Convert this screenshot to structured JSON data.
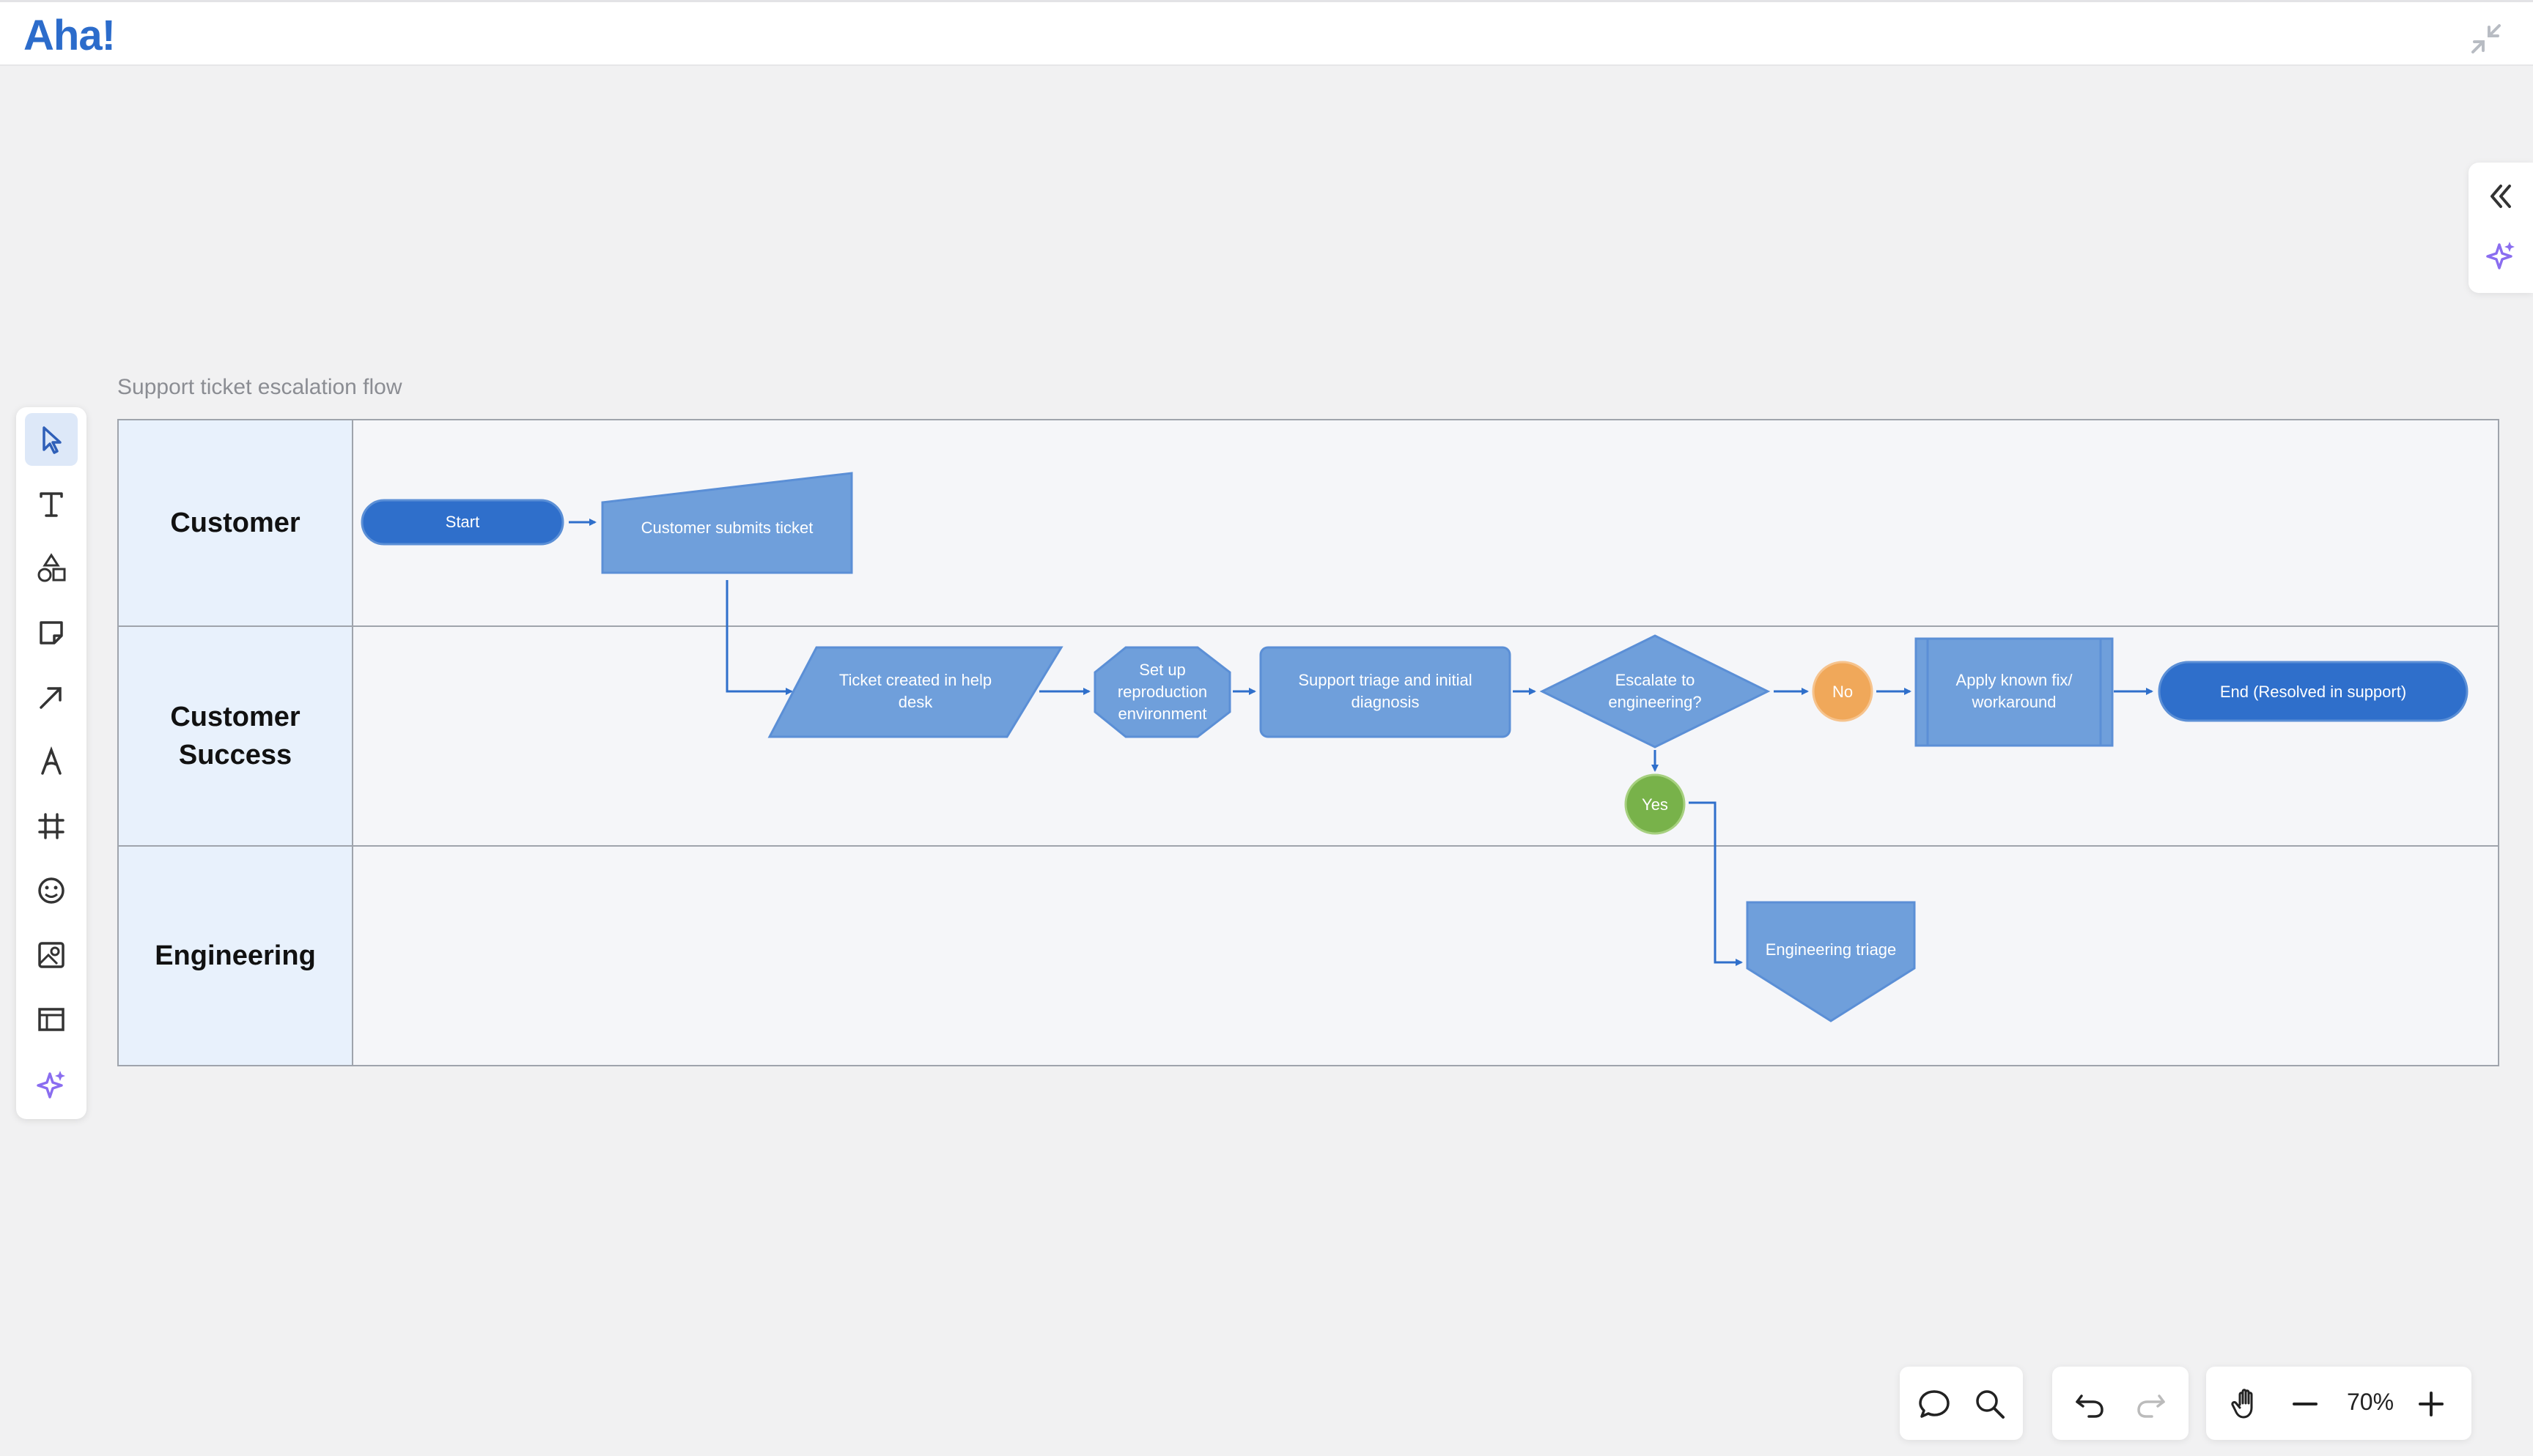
{
  "app": {
    "logo": "Aha!"
  },
  "header": {
    "minimize_icon": "minimize-icon"
  },
  "right_panel": {
    "collapse_icon": "double-chevron-left-icon",
    "ai_icon": "sparkle-icon"
  },
  "toolbar": {
    "tools": [
      {
        "name": "select",
        "icon": "cursor-icon",
        "active": true
      },
      {
        "name": "text",
        "icon": "text-icon"
      },
      {
        "name": "shapes",
        "icon": "shapes-icon"
      },
      {
        "name": "sticky",
        "icon": "sticky-note-icon"
      },
      {
        "name": "connector",
        "icon": "arrow-icon"
      },
      {
        "name": "pen",
        "icon": "pen-icon"
      },
      {
        "name": "frame",
        "icon": "frame-icon"
      },
      {
        "name": "emoji",
        "icon": "emoji-icon"
      },
      {
        "name": "image",
        "icon": "image-icon"
      },
      {
        "name": "template",
        "icon": "template-icon"
      },
      {
        "name": "ai",
        "icon": "sparkle-icon"
      }
    ]
  },
  "board": {
    "title": "Support ticket escalation flow",
    "lanes": [
      "Customer",
      "Customer Success",
      "Engineering"
    ],
    "nodes": {
      "start": "Start",
      "submit": "Customer submits ticket",
      "ticket_created": "Ticket created in help desk",
      "setup_env": "Set up reproduction environment",
      "triage": "Support triage and initial diagnosis",
      "escalate": "Escalate to engineering?",
      "no": "No",
      "apply_fix": "Apply known fix/ workaround",
      "end": "End (Resolved in support)",
      "yes": "Yes",
      "eng_triage": "Engineering triage"
    }
  },
  "colors": {
    "node_light": "#6f9fdb",
    "node_dark": "#2f6fcb",
    "node_stroke": "#5b8fd6",
    "no_circle": "#f0a85a",
    "yes_circle": "#78b24a",
    "connector": "#2f6fcb",
    "lane_label_bg": "#e8f1fc",
    "sparkle": "#8a6df0"
  },
  "bottom_bar": {
    "comment_icon": "comment-icon",
    "search_icon": "search-icon",
    "undo_icon": "undo-icon",
    "redo_icon": "redo-icon",
    "hand_icon": "hand-icon",
    "zoom_out_icon": "minus-icon",
    "zoom": "70%",
    "zoom_in_icon": "plus-icon"
  }
}
